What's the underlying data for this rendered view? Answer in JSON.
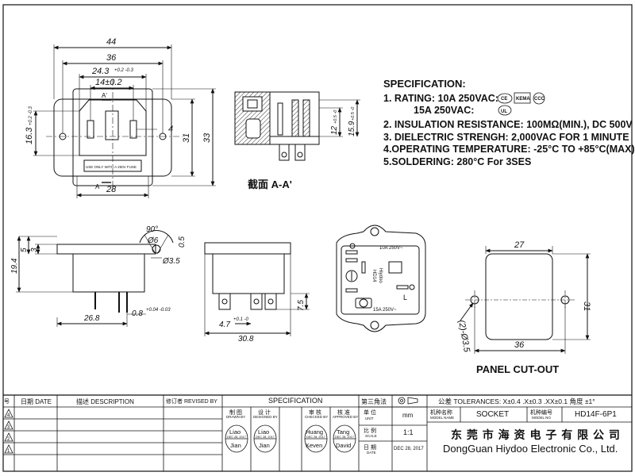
{
  "top_view": {
    "dims": {
      "overall_width": "44",
      "mount_width": "36",
      "inner_width": "24.3",
      "inner_tol": "+0.2 -0.3",
      "pin_spacing": "14±0.2",
      "height_left": "16.3",
      "height_left_tol": "+0.2 -0.3",
      "bottom_width": "28",
      "height_31": "31",
      "height_33": "33",
      "pin_label": "4"
    },
    "section_marks": [
      "A'",
      "A"
    ],
    "fuse_label": "USE ONLY WITH A 250V FUSE"
  },
  "section_view": {
    "caption": "截面  A-A'",
    "dim_12": "12",
    "dim_12_tol": "+0.5 -0",
    "dim_15": "15.9",
    "dim_15_tol": "+0.5 -0"
  },
  "side_view": {
    "angle": "90°",
    "phi6": "Ø6",
    "phi35": "Ø3.5",
    "dim_05": "0.5",
    "dim_5": "5",
    "dim_3": "3",
    "dim_194": "19.4",
    "dim_268": "26.8",
    "dim_08": "0.8",
    "dim_08_tol": "+0.04 -0.03"
  },
  "end_view": {
    "dim_75": "7.5",
    "dim_47": "4.7",
    "dim_47_tol": "+0.1 -0",
    "dim_308": "30.8"
  },
  "front_view": {
    "rating_text": "10A 250V~",
    "rating_text2": "15A 250V~",
    "model_text": "HD14",
    "brand_text": "Hiydoo",
    "mark_L": "L"
  },
  "specification": {
    "title": "SPECIFICATION:",
    "lines": [
      "1. RATING: 10A 250VAC:",
      "15A 250VAC:",
      "2. INSULATION RESISTANCE: 100MΩ(MIN.), DC 500V",
      "3. DIELECTRIC STRENGH: 2,000VAC FOR 1 MINUTE",
      "4.OPERATING TEMPERATURE: -25°C TO +85°C(MAX)",
      "5.SOLDERING: 280°C For 3SES"
    ],
    "cert_marks": [
      "CE",
      "KEMA",
      "CCC",
      "UL"
    ]
  },
  "panel_cutout": {
    "caption": "PANEL CUT-OUT",
    "width": "27",
    "overall": "36",
    "height": "31",
    "holes": "(2)-Ø3.5"
  },
  "title_block": {
    "headers": {
      "num": "号",
      "date": "日期 DATE",
      "desc": "描述 DESCRIPTION",
      "revised": "修订者 REVISED BY",
      "spec": "SPECIFICATION",
      "angle": "第三角法"
    },
    "rev_marks": [
      "4",
      "3",
      "2",
      "1"
    ],
    "roles": [
      {
        "cn": "制 图",
        "en": "DRAWN BY",
        "sig": "Liao",
        "date": "DEC 28, 2017",
        "name": "Jian"
      },
      {
        "cn": "设 计",
        "en": "DESIGNED BY",
        "sig": "Liao",
        "date": "DEC 28, 2017",
        "name": "Jian"
      },
      {
        "cn": "审 核",
        "en": "CHECKED BY",
        "sig": "Huang",
        "date": "DEC 28, 2017",
        "name": "Keven"
      },
      {
        "cn": "核 准",
        "en": "APPROVED BY",
        "sig": "Tang",
        "date": "DEC 28, 2017",
        "name": "David"
      }
    ],
    "unit_cn": "单 位",
    "unit_en": "UNIT",
    "unit_val": "mm",
    "scale_cn": "比 例",
    "scale_en": "SCALE",
    "scale_val": "1:1",
    "date_cn": "日 期",
    "date_en": "DATE",
    "date_val": "DEC 28, 2017",
    "tolerances": "公差 TOLERANCES: X±0.4 .X±0.3 .XX±0.1 角度 ±1°",
    "model_name_cn": "机种名称",
    "model_name_en": "MODEL NAME",
    "model_name": "SOCKET",
    "model_no_cn": "机种编号",
    "model_no_en": "MODEL NO",
    "model_no": "HD14F-6P1",
    "company_cn": "东 莞 市 海 资 电 子 有 限 公 司",
    "company_en": "DongGuan Hiydoo Electronic Co., Ltd."
  }
}
